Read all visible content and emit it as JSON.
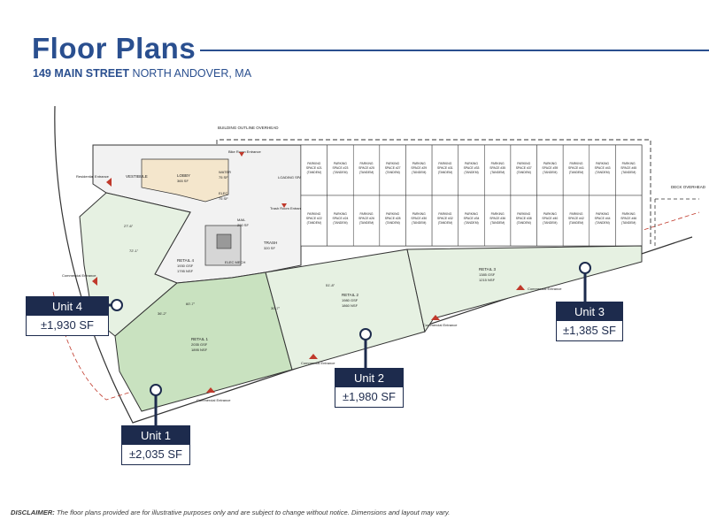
{
  "header": {
    "title": "Floor Plans",
    "address_street": "149 MAIN STREET",
    "address_city": "NORTH ANDOVER, MA"
  },
  "colors": {
    "brand_blue": "#2a4f8f",
    "navy": "#1d2b4d",
    "unit_fill": "#e6f1e2",
    "highlight_fill": "#c9e2c0",
    "boundary_red": "#c0392b"
  },
  "units": [
    {
      "name": "Unit 1",
      "area": "±2,035 SF"
    },
    {
      "name": "Unit 2",
      "area": "±1,980 SF"
    },
    {
      "name": "Unit 3",
      "area": "±1,385 SF"
    },
    {
      "name": "Unit 4",
      "area": "±1,930 SF"
    }
  ],
  "plan_labels": {
    "building_outline": "BUILDING OUTLINE OVERHEAD",
    "deck_overhead": "DECK OVERHEAD",
    "bike_room": "Bike Room Entrance",
    "trash_room": "Trash Room Entrance",
    "residential_entrance": "Residential Entrance",
    "loading_space": "LOADING SPACE",
    "lobby": "LOBBY",
    "lobby_sf": "365 SF",
    "vestibule": "VESTIBULE",
    "water": "WATER",
    "water_sf": "75 SF",
    "elec": "ELEC",
    "elec_sf": "75 SF",
    "mail": "MAIL",
    "mail_sf": "200 SF",
    "trash": "TRASH",
    "trash_sf": "320 SF",
    "elec_mech": "ELEC MECH",
    "retail4": "RETAIL 4",
    "retail4_gsf": "1930 GSF",
    "retail4_nsf": "1795 NSF",
    "retail1": "RETAIL 1",
    "retail1_gsf": "2035 GSF",
    "retail1_nsf": "1895 NSF",
    "retail2": "RETAIL 2",
    "retail2_gsf": "1980 GSF",
    "retail2_nsf": "1860 NSF",
    "retail3": "RETAIL 3",
    "retail3_gsf": "1385 GSF",
    "retail3_nsf": "1215 NSF",
    "commercial_entrance": "Commercial Entrance",
    "dim_retail4_top": "27'-6\"",
    "dim_retail4_side": "72'-1\"",
    "dim_retail1_top": "60'-7\"",
    "dim_retail1_mid": "36'-2\"",
    "dim_retail2_top": "51'-8\"",
    "dim_retail2_side": "30'-7\""
  },
  "parking": {
    "tandem": "(TANDEM)",
    "top_row": [
      "PARKING SPACE #21",
      "PARKING SPACE #23",
      "PARKING SPACE #25",
      "PARKING SPACE #27",
      "PARKING SPACE #29",
      "PARKING SPACE #31",
      "PARKING SPACE #33",
      "PARKING SPACE #35",
      "PARKING SPACE #37",
      "PARKING SPACE #39",
      "PARKING SPACE #41",
      "PARKING SPACE #43",
      "PARKING SPACE #45"
    ],
    "bottom_row": [
      "PARKING SPACE #22",
      "PARKING SPACE #24",
      "PARKING SPACE #26",
      "PARKING SPACE #28",
      "PARKING SPACE #30",
      "PARKING SPACE #32",
      "PARKING SPACE #34",
      "PARKING SPACE #36",
      "PARKING SPACE #38",
      "PARKING SPACE #40",
      "PARKING SPACE #42",
      "PARKING SPACE #44",
      "PARKING SPACE #46"
    ]
  },
  "disclaimer": {
    "label": "DISCLAIMER:",
    "text": " The floor plans provided are for illustrative purposes only and are subject to change without notice. Dimensions and layout may vary."
  }
}
